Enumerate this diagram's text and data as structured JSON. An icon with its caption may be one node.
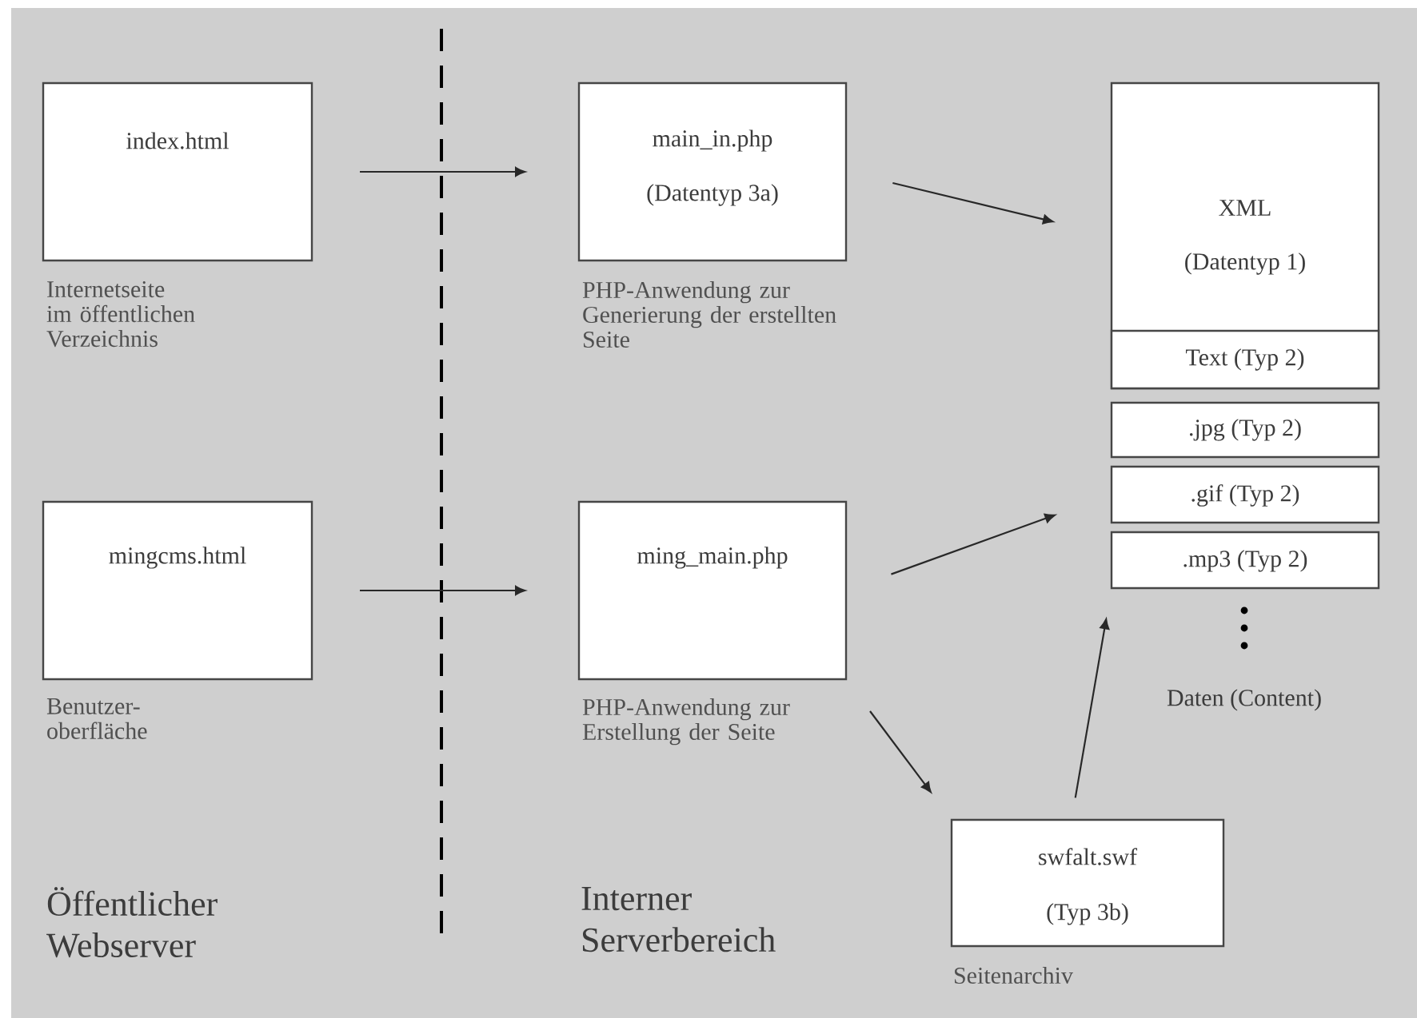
{
  "diagram": {
    "nodes": [
      {
        "text": [
          "index.html"
        ],
        "beside": [
          "Internetseite im öffentlichen Verzeichnis"
        ]
      },
      {
        "text": [
          "main_in.php",
          "(Datentyp 3a)"
        ],
        "beside": [
          "PHP-Anwendung zur Generierung der erstellten Seite"
        ]
      },
      {
        "text": [
          "mingcms.html"
        ],
        "beside": [
          "Benutzer-oberfläche"
        ]
      },
      {
        "text": [
          "ming_main.php"
        ],
        "beside": [
          "PHP-Anwendung zur Erstellung der Seite"
        ]
      },
      {
        "text": [
          "XML",
          "(Datentyp 1)"
        ]
      },
      {
        "text": [
          "Text (Typ 2)"
        ],
        "in": 4
      },
      {
        "text": [
          ".jpg (Typ 2)"
        ]
      },
      {
        "text": [
          ".gif (Typ 2)"
        ]
      },
      {
        "text": [
          ".mp3 (Typ 2)"
        ]
      },
      {
        "text": [
          "swfalt.swf",
          "(Typ 3b)"
        ],
        "beside": [
          "Seitenarchiv"
        ]
      }
    ],
    "edges": [
      {
        "from": 0,
        "to": 1,
        "arrow": "to"
      },
      {
        "from": 2,
        "to": 3,
        "arrow": "to"
      },
      {
        "from": 1,
        "to": 4,
        "arrow": "to"
      },
      {
        "from": 3,
        "to": 7,
        "arrow": "to"
      },
      {
        "from": 3,
        "to": 9,
        "arrow": "to"
      },
      {
        "from": 9,
        "to": 8,
        "arrow": "to"
      }
    ],
    "labels": [
      "Öffentlicher Webserver",
      "Interner Serverbereich",
      "Daten (Content)"
    ]
  }
}
